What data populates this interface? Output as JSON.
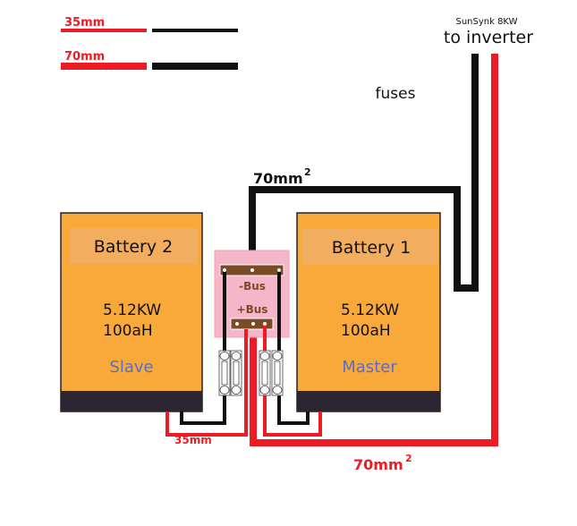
{
  "legend": {
    "items": [
      {
        "label": "35mm",
        "size": "35mm",
        "positive_color": "#ed1c24",
        "negative_color": "#111111"
      },
      {
        "label": "70mm",
        "size": "70mm",
        "positive_color": "#ed1c24",
        "negative_color": "#111111"
      }
    ]
  },
  "inverter": {
    "model": "SunSynk 8KW",
    "label": "to inverter"
  },
  "fuses_label": "fuses",
  "cables": {
    "top_negative": {
      "label": "70mm",
      "superscript": "2",
      "color": "#111111"
    },
    "bottom_positive": {
      "label": "70mm",
      "superscript": "2",
      "color": "#ed1c24"
    },
    "slave_link": {
      "label": "35mm",
      "color": "#ed1c24"
    }
  },
  "busbar": {
    "negative_label": "-Bus",
    "positive_label": "+Bus",
    "panel_color": "#f4b6c8",
    "bar_color": "#7a4a24"
  },
  "batteries": [
    {
      "name": "Battery 2",
      "power": "5.12KW",
      "capacity": "100aH",
      "role": "Slave"
    },
    {
      "name": "Battery 1",
      "power": "5.12KW",
      "capacity": "100aH",
      "role": "Master"
    }
  ],
  "colors": {
    "battery_body": "#f9a83a",
    "battery_header": "#f3ad5e",
    "battery_base": "#2a2530",
    "role_text": "#5b6ec2",
    "positive": "#ed1c24",
    "negative": "#111111"
  }
}
